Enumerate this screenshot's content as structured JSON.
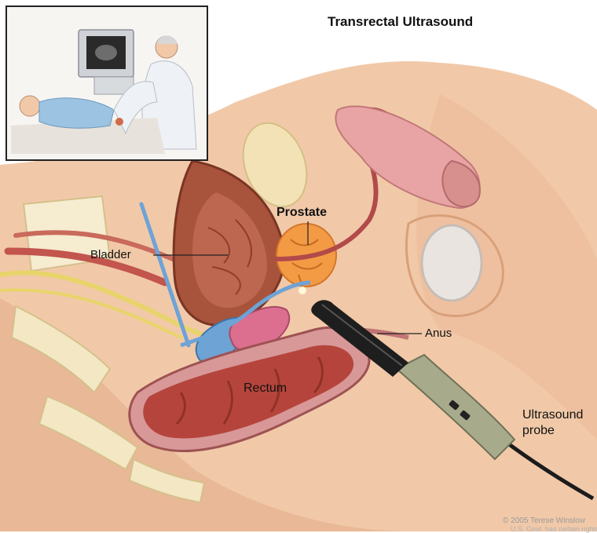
{
  "title": "Transrectal Ultrasound",
  "labels": {
    "prostate": "Prostate",
    "bladder": "Bladder",
    "anus": "Anus",
    "rectum": "Rectum",
    "probe_line1": "Ultrasound",
    "probe_line2": "probe"
  },
  "credit": {
    "line1": "© 2005 Terese Winslow",
    "line2": "U.S. Govt. has certain rights"
  },
  "inset": {
    "scene": "patient-lying-on-exam-table-with-clinician-and-ultrasound-monitor"
  },
  "colors": {
    "skin": "#f1c9a8",
    "skin_shadow": "#dca381",
    "bladder": "#a8533b",
    "prostate": "#f39a45",
    "rectum": "#b5453c",
    "rectum_inner": "#8f3128",
    "bone": "#f3e7c4",
    "vessel_blue": "#6ea3d6",
    "vessel_pink": "#dc6f8f",
    "nerve_yellow": "#e8d46a",
    "probe_grip": "#a8aa8c",
    "probe_tip": "#1e1e1e"
  }
}
